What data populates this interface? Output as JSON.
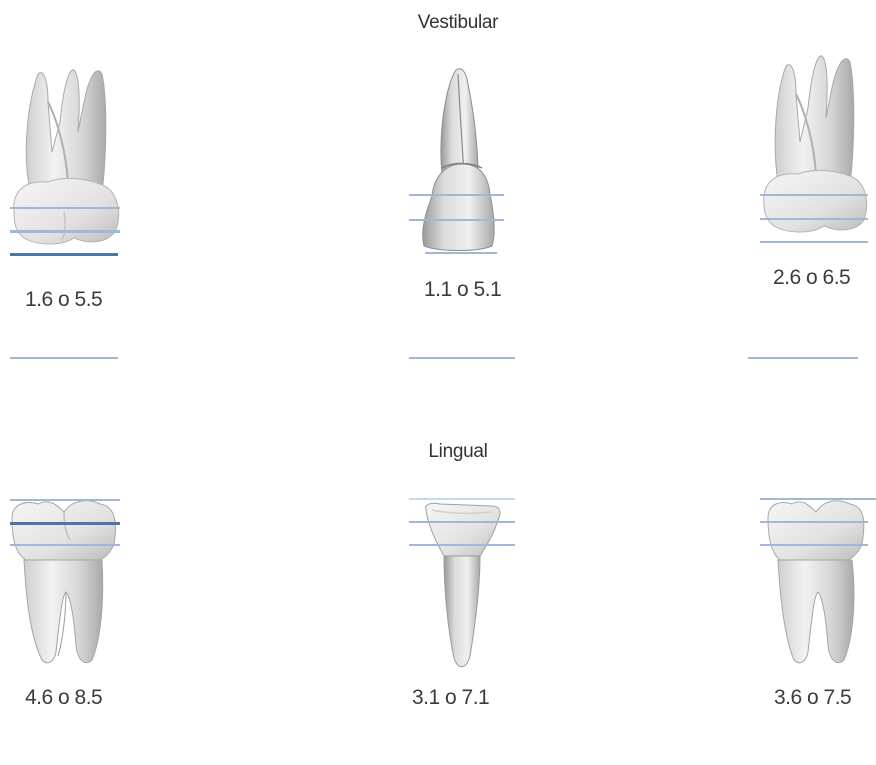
{
  "sections": {
    "vestibular": {
      "title": "Vestibular"
    },
    "lingual": {
      "title": "Lingual"
    }
  },
  "teeth": {
    "upper_right_molar": {
      "label": "1.6 o 5.5",
      "icon": "upper-molar"
    },
    "upper_central_incisor": {
      "label": "1.1 o 5.1",
      "icon": "upper-incisor"
    },
    "upper_left_molar": {
      "label": "2.6 o 6.5",
      "icon": "upper-molar"
    },
    "lower_right_molar": {
      "label": "4.6 o 8.5",
      "icon": "lower-molar"
    },
    "lower_central_incisor": {
      "label": "3.1 o 7.1",
      "icon": "lower-incisor"
    },
    "lower_left_molar": {
      "label": "3.6 o 7.5",
      "icon": "lower-molar"
    }
  },
  "colors": {
    "line": "#9fb8d8",
    "line_dark": "#4f74a8",
    "tooth_fill": "#e9e9e9",
    "tooth_shade": "#bdbdbd"
  }
}
